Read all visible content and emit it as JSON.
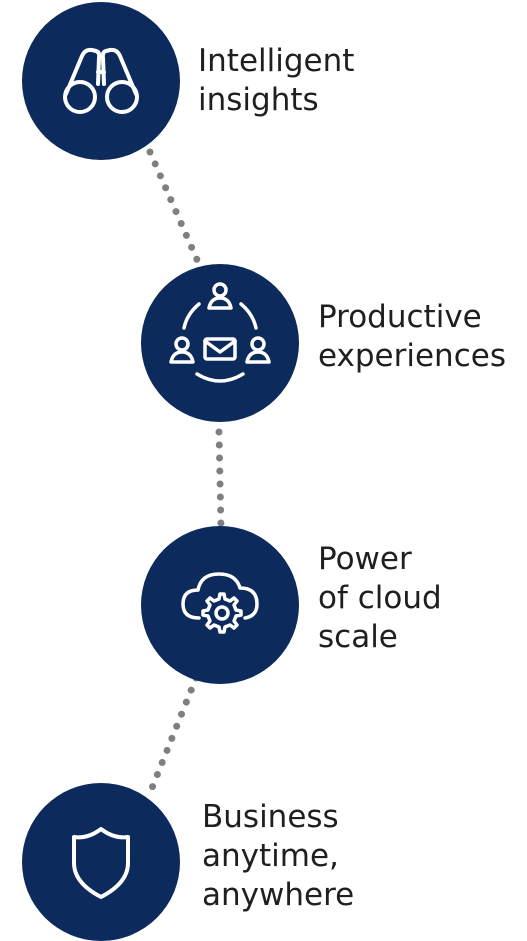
{
  "colors": {
    "circle": "#0c2a5b",
    "icon": "#ffffff",
    "connector": "#7f7f7f",
    "text": "#1f1f1f"
  },
  "steps": [
    {
      "icon": "binoculars-icon",
      "lines": [
        "Intelligent",
        "insights"
      ]
    },
    {
      "icon": "collaboration-icon",
      "lines": [
        "Productive",
        "experiences"
      ]
    },
    {
      "icon": "cloud-gear-icon",
      "lines": [
        "Power",
        "of cloud",
        "scale"
      ]
    },
    {
      "icon": "shield-icon",
      "lines": [
        "Business",
        "anytime,",
        "anywhere"
      ]
    }
  ]
}
